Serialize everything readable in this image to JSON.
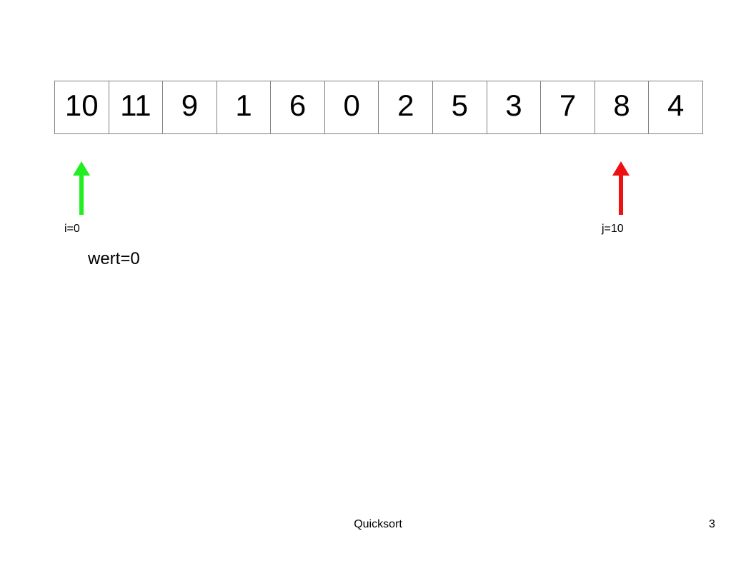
{
  "array": [
    10,
    11,
    9,
    1,
    6,
    0,
    2,
    5,
    3,
    7,
    8,
    4
  ],
  "pointers": {
    "i": {
      "label": "i=0",
      "index": 0,
      "color": "#22ee22"
    },
    "j": {
      "label": "j=10",
      "index": 10,
      "color": "#ee1111"
    }
  },
  "wert": "wert=0",
  "footer": {
    "title": "Quicksort",
    "page": "3"
  }
}
